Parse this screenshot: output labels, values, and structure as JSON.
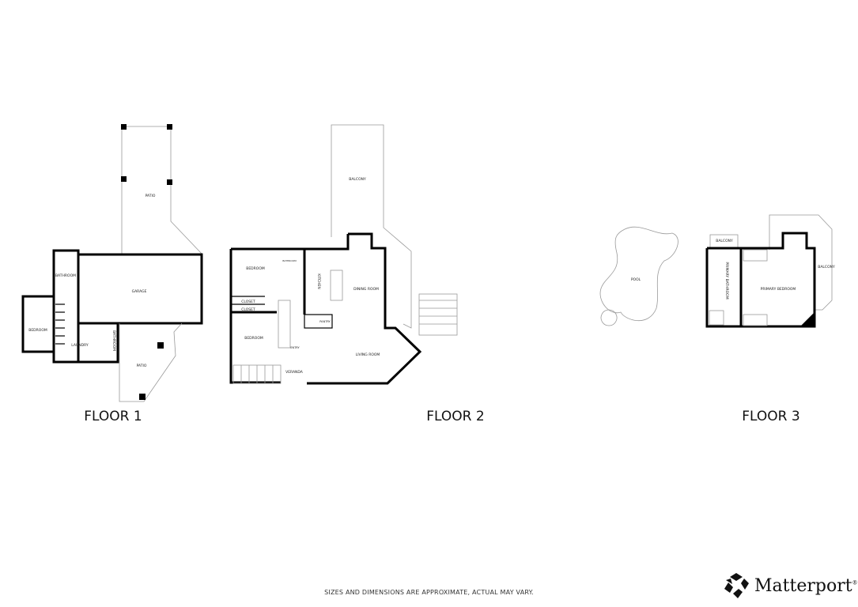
{
  "floors": [
    {
      "title": "FLOOR 1",
      "rooms": [
        "PATIO",
        "GARAGE",
        "BATHROOM",
        "BEDROOM",
        "LAUNDRY",
        "PATIO",
        "BATHROOM"
      ]
    },
    {
      "title": "FLOOR 2",
      "rooms": [
        "BALCONY",
        "BEDROOM",
        "BATHROOM",
        "KITCHEN",
        "DINING ROOM",
        "CLOSET",
        "CLOSET",
        "BEDROOM",
        "PANTRY",
        "ENTRY",
        "LIVING ROOM",
        "VERANDA"
      ]
    },
    {
      "title": "FLOOR 3",
      "rooms": [
        "BALCONY",
        "PRIMARY BATHROOM",
        "PRIMARY BEDROOM",
        "BALCONY"
      ]
    }
  ],
  "pool_label": "POOL",
  "footer": "SIZES AND DIMENSIONS ARE APPROXIMATE, ACTUAL MAY VARY.",
  "brand": {
    "name": "Matterport",
    "mark": "®",
    "icon": "matterport-logo-icon"
  }
}
